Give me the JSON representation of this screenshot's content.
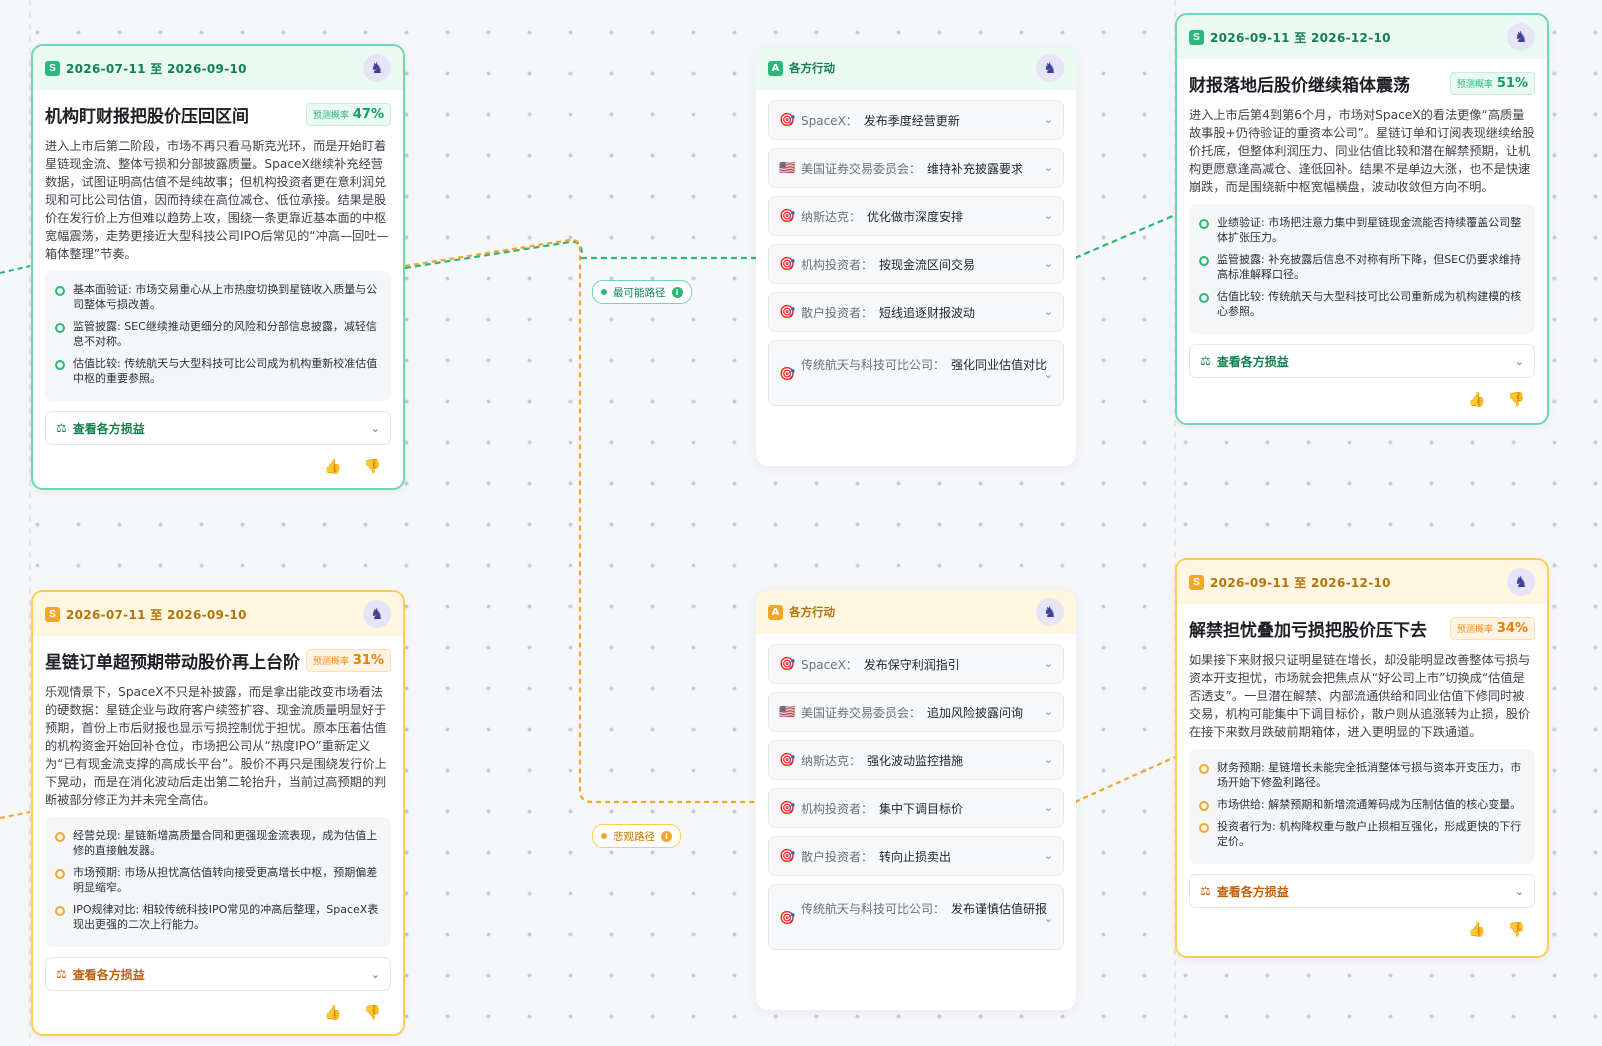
{
  "colors": {
    "green": "#2cb77a",
    "orange": "#f4a52a",
    "background": "#f6f7fa"
  },
  "cards": {
    "topLeft": {
      "badge": "S",
      "date": "2026-07-11 至 2026-09-10",
      "title": "机构盯财报把股价压回区间",
      "prob_label": "预测概率",
      "prob_value": "47%",
      "desc": "进入上市后第二阶段，市场不再只看马斯克光环，而是开始盯着星链现金流、整体亏损和分部披露质量。SpaceX继续补充经营数据，试图证明高估值不是纯故事；但机构投资者更在意利润兑现和可比公司估值，因而持续在高位减仓、低位承接。结果是股价在发行价上方但难以趋势上攻，围绕一条更靠近基本面的中枢宽幅震荡，走势更接近大型科技公司IPO后常见的“冲高—回吐—箱体整理”节奏。",
      "bullets": [
        "基本面验证: 市场交易重心从上市热度切换到星链收入质量与公司整体亏损改善。",
        "监管披露: SEC继续推动更细分的风险和分部信息披露，减轻信息不对称。",
        "估值比较: 传统航天与大型科技可比公司成为机构重新校准估值中枢的重要参照。"
      ],
      "balance": "查看各方损益"
    },
    "topRight": {
      "badge": "S",
      "date": "2026-09-11 至 2026-12-10",
      "title": "财报落地后股价继续箱体震荡",
      "prob_label": "预测概率",
      "prob_value": "51%",
      "desc": "进入上市后第4到第6个月，市场对SpaceX的看法更像“高质量故事股+仍待验证的重资本公司”。星链订单和订阅表现继续给股价托底，但整体利润压力、同业估值比较和潜在解禁预期，让机构更愿意逢高减仓、逢低回补。结果不是单边大涨，也不是快速崩跌，而是围绕新中枢宽幅横盘，波动收敛但方向不明。",
      "bullets": [
        "业绩验证: 市场把注意力集中到星链现金流能否持续覆盖公司整体扩张压力。",
        "监管披露: 补充披露后信息不对称有所下降，但SEC仍要求维持高标准解释口径。",
        "估值比较: 传统航天与大型科技可比公司重新成为机构建模的核心参照。"
      ],
      "balance": "查看各方损益"
    },
    "bottomLeft": {
      "badge": "S",
      "date": "2026-07-11 至 2026-09-10",
      "title": "星链订单超预期带动股价再上台阶",
      "prob_label": "预测概率",
      "prob_value": "31%",
      "desc": "乐观情景下，SpaceX不只是补披露，而是拿出能改变市场看法的硬数据：星链企业与政府客户续签扩容、现金流质量明显好于预期，首份上市后财报也显示亏损控制优于担忧。原本压着估值的机构资金开始回补仓位，市场把公司从“热度IPO”重新定义为“已有现金流支撑的高成长平台”。股价不再只是围绕发行价上下晃动，而是在消化波动后走出第二轮抬升，当前过高预期的判断被部分修正为并未完全高估。",
      "bullets": [
        "经营兑现: 星链新增高质量合同和更强现金流表现，成为估值上修的直接触发器。",
        "市场预期: 市场从担忧高估值转向接受更高增长中枢，预期偏差明显缩窄。",
        "IPO规律对比: 相较传统科技IPO常见的冲高后整理，SpaceX表现出更强的二次上行能力。"
      ],
      "balance": "查看各方损益"
    },
    "bottomRight": {
      "badge": "S",
      "date": "2026-09-11 至 2026-12-10",
      "title": "解禁担忧叠加亏损把股价压下去",
      "prob_label": "预测概率",
      "prob_value": "34%",
      "desc": "如果接下来财报只证明星链在增长，却没能明显改善整体亏损与资本开支担忧，市场就会把焦点从“好公司上市”切换成“估值是否透支”。一旦潜在解禁、内部流通供给和同业估值下修同时被交易，机构可能集中下调目标价，散户则从追涨转为止损，股价在接下来数月跌破前期箱体，进入更明显的下跌通道。",
      "bullets": [
        "财务预期: 星链增长未能完全抵消整体亏损与资本开支压力，市场开始下修盈利路径。",
        "市场供给: 解禁预期和新增流通筹码成为压制估值的核心变量。",
        "投资者行为: 机构降权重与散户止损相互强化，形成更快的下行定价。"
      ],
      "balance": "查看各方损益"
    }
  },
  "actionPanels": {
    "top": {
      "badge": "A",
      "title": "各方行动",
      "rows": [
        {
          "icon": "🎯",
          "who": "SpaceX：",
          "what": "发布季度经营更新"
        },
        {
          "icon": "🇺🇸",
          "who": "美国证券交易委员会：",
          "what": "维持补充披露要求"
        },
        {
          "icon": "🎯",
          "who": "纳斯达克：",
          "what": "优化做市深度安排"
        },
        {
          "icon": "🎯",
          "who": "机构投资者：",
          "what": "按现金流区间交易"
        },
        {
          "icon": "🎯",
          "who": "散户投资者：",
          "what": "短线追逐财报波动"
        },
        {
          "icon": "🎯",
          "who": "传统航天与科技可比公司：",
          "what": "强化同业估值对比"
        }
      ]
    },
    "bottom": {
      "badge": "A",
      "title": "各方行动",
      "rows": [
        {
          "icon": "🎯",
          "who": "SpaceX：",
          "what": "发布保守利润指引"
        },
        {
          "icon": "🇺🇸",
          "who": "美国证券交易委员会：",
          "what": "追加风险披露问询"
        },
        {
          "icon": "🎯",
          "who": "纳斯达克：",
          "what": "强化波动监控措施"
        },
        {
          "icon": "🎯",
          "who": "机构投资者：",
          "what": "集中下调目标价"
        },
        {
          "icon": "🎯",
          "who": "散户投资者：",
          "what": "转向止损卖出"
        },
        {
          "icon": "🎯",
          "who": "传统航天与科技可比公司：",
          "what": "发布谨慎估值研报"
        }
      ]
    }
  },
  "paths": {
    "likely": "最可能路径",
    "pessimistic": "悲观路径"
  }
}
